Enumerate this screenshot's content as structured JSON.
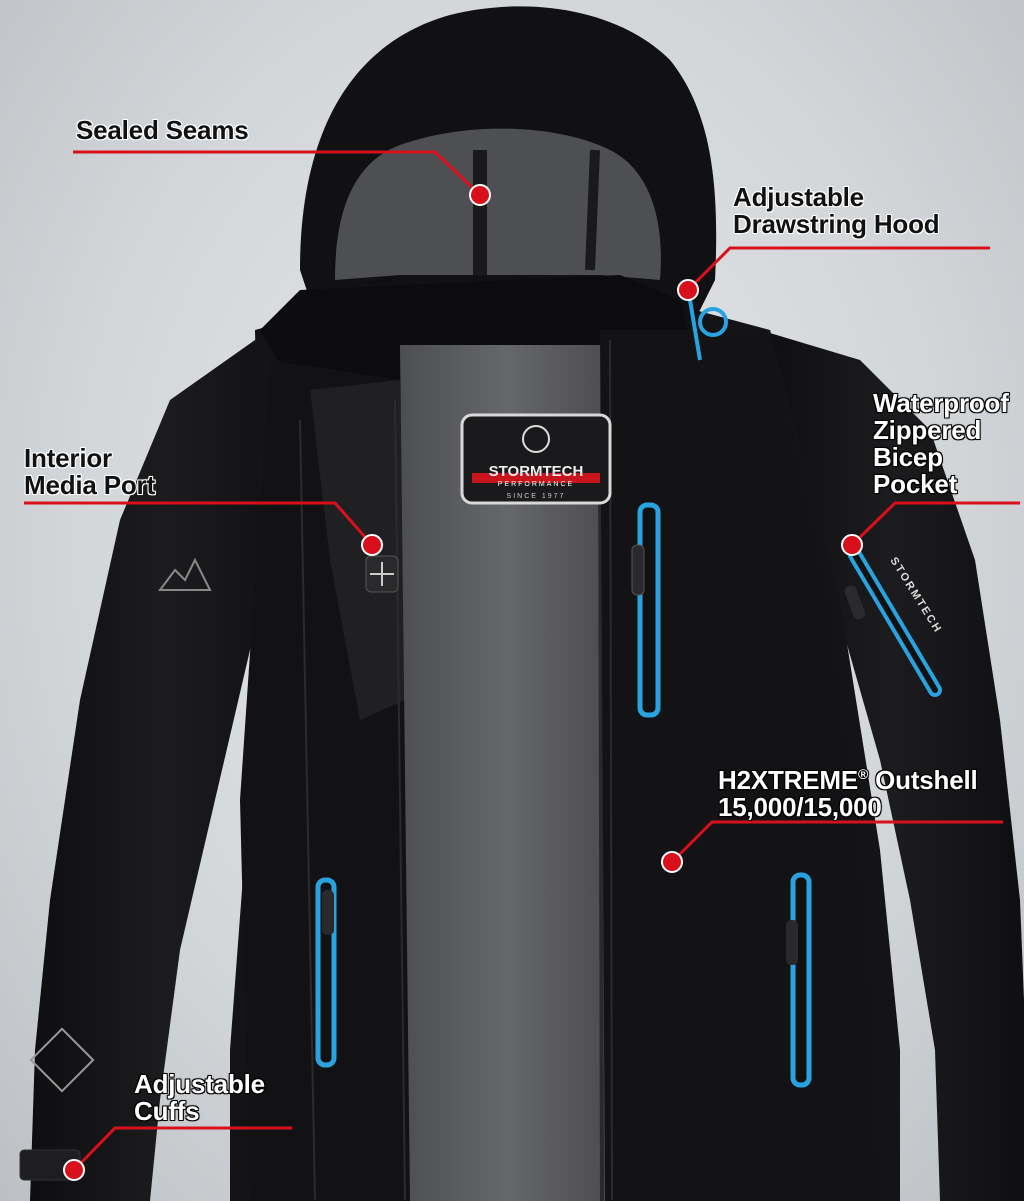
{
  "callouts": {
    "sealed_seams": {
      "lines": [
        "Sealed Seams"
      ]
    },
    "drawstring_hood": {
      "lines": [
        "Adjustable",
        "Drawstring Hood"
      ]
    },
    "bicep_pocket": {
      "lines": [
        "Waterproof",
        "Zippered",
        "Bicep",
        "Pocket"
      ]
    },
    "media_port": {
      "lines": [
        "Interior",
        "Media Port"
      ]
    },
    "outshell": {
      "line1_main": "H2XTREME",
      "line1_mark": "®",
      "line1_rest": " Outshell",
      "line2": "15,000/15,000"
    },
    "cuffs": {
      "lines": [
        "Adjustable",
        "Cuffs"
      ]
    }
  },
  "badge": {
    "brand": "STORMTECH",
    "sub": "PERFORMANCE",
    "since": "SINCE 1977"
  },
  "sleeve_print": "STORMTECH",
  "colors": {
    "background": "#d3d6d9",
    "jacket": "#151517",
    "lining": "#5a5b5e",
    "zipper_accent": "#29a3e0",
    "callout_red": "#d9101c",
    "text": "#111111"
  }
}
